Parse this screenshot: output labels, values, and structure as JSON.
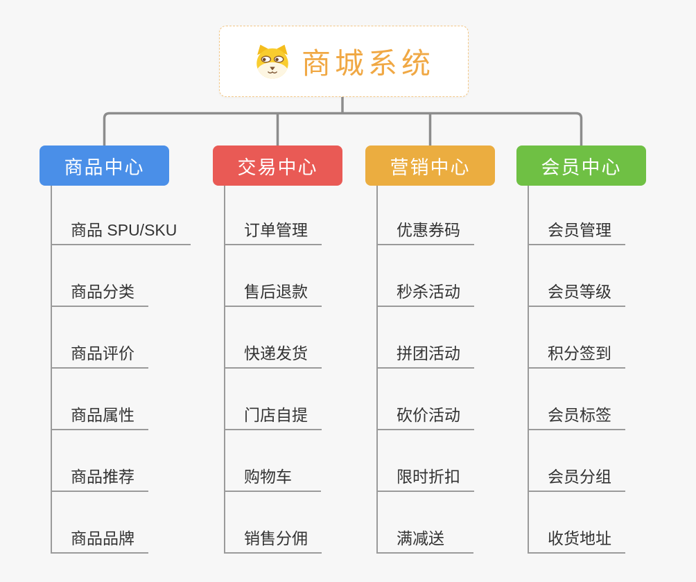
{
  "root": {
    "title": "商城系统",
    "icon": "doge-icon"
  },
  "branches": [
    {
      "label": "商品中心",
      "color": "#4a8fe8",
      "children": [
        "商品 SPU/SKU",
        "商品分类",
        "商品评价",
        "商品属性",
        "商品推荐",
        "商品品牌"
      ]
    },
    {
      "label": "交易中心",
      "color": "#e95a55",
      "children": [
        "订单管理",
        "售后退款",
        "快递发货",
        "门店自提",
        "购物车",
        "销售分佣"
      ]
    },
    {
      "label": "营销中心",
      "color": "#ebad40",
      "children": [
        "优惠券码",
        "秒杀活动",
        "拼团活动",
        "砍价活动",
        "限时折扣",
        "满减送"
      ]
    },
    {
      "label": "会员中心",
      "color": "#6fc044",
      "children": [
        "会员管理",
        "会员等级",
        "积分签到",
        "会员标签",
        "会员分组",
        "收货地址"
      ]
    }
  ],
  "colors": {
    "background": "#f7f7f7",
    "connector": "#8c8c8c",
    "underline": "#9a9a9a",
    "root_accent": "#f0a844",
    "root_border": "#f2c684",
    "child_text": "#333333"
  }
}
